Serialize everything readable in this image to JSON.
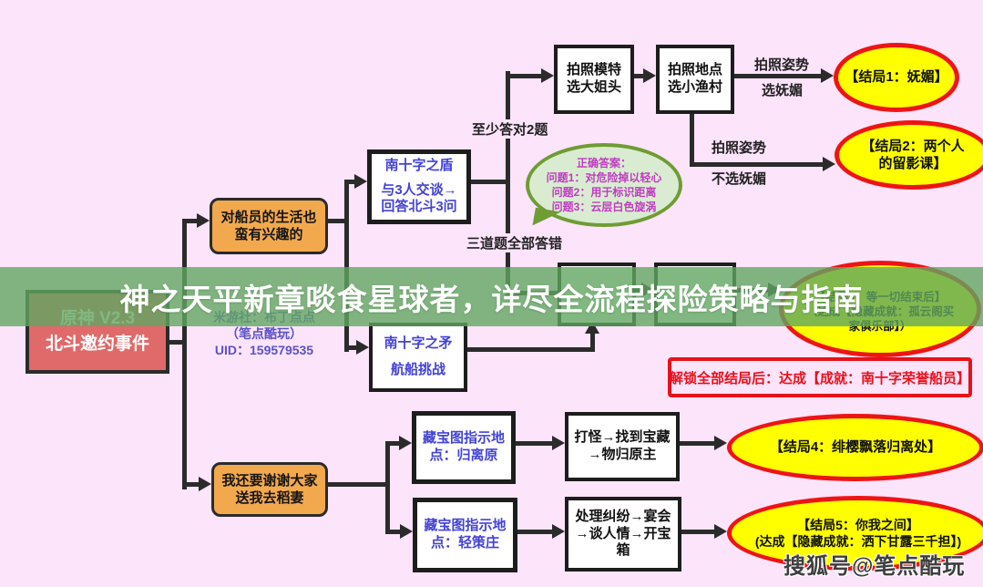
{
  "banner": {
    "title": "神之天平新章啖食星球者，详尽全流程探险策略与指南"
  },
  "source_box": {
    "l1": "原神 V2.3",
    "l2": "北斗邀约事件"
  },
  "author": {
    "l1": "米游社：布丁点点",
    "l2": "（笔点酷玩）",
    "l3": "UID：159579535"
  },
  "nodes": {
    "interest": {
      "l1": "对船员的生活也",
      "l2": "蛮有兴趣的"
    },
    "thanks": {
      "l1": "我还要谢谢大家",
      "l2": "送我去稻妻"
    },
    "shield": {
      "l1": "南十字之盾",
      "l2": "与3人交谈→",
      "l3": "回答北斗3问"
    },
    "spear": {
      "l1": "南十字之矛",
      "l2": "航船挑战"
    },
    "photo_model": {
      "l1": "拍照模特",
      "l2": "选大姐头"
    },
    "photo_place": {
      "l1": "拍照地点",
      "l2": "选小渔村"
    },
    "map1": {
      "l1": "藏宝图指示地",
      "l2": "点：归离原"
    },
    "fight": {
      "l1": "打怪→找到宝藏",
      "l2": "→物归原主"
    },
    "map2": {
      "l1": "藏宝图指示地",
      "l2": "点：轻策庄"
    },
    "dispute": {
      "l1": "处理纠纷→宴会",
      "l2": "→谈人情→开宝",
      "l3": "箱"
    }
  },
  "labels": {
    "pose_yes": {
      "l1": "拍照姿势",
      "l2": "选妩媚"
    },
    "pose_no": {
      "l1": "拍照姿势",
      "l2": "不选妩媚"
    },
    "answer2": "至少答对2题",
    "wrong3": "三道题全部答错"
  },
  "bubble": {
    "title": "正确答案：",
    "q1": "问题1：对危险掉以轻心",
    "q2": "问题2：用于标识距离",
    "q3": "问题3：云层白色旋涡"
  },
  "endings": {
    "e1": {
      "l1": "【结局1：妩媚】"
    },
    "e2": {
      "l1": "【结局2：两个人",
      "l2": "的留影课】"
    },
    "e3": {
      "l1": "【结局3：等一切结束后】",
      "l2": "（达成【隐藏成就：孤云阁买",
      "l3": "家俱乐部】）"
    },
    "e4": {
      "l1": "【结局4：绯樱飘落归离处】"
    },
    "e5": {
      "l1": "【结局5：你我之间】",
      "l2": "(达成【隐藏成就：洒下甘露三千担】)"
    }
  },
  "achievement_banner": {
    "text": "解锁全部结局后：达成【成就：南十字荣誉船员】"
  },
  "watermark": {
    "text": "搜狐号@笔点酷玩"
  },
  "colors": {
    "background": "#fce4fb",
    "banner_green": "#62a662",
    "ending_fill": "#ffff00",
    "ending_border": "#ee1414",
    "process_orange": "#f2a94e",
    "source_red": "#e0696a",
    "bubble_fill": "#d9ecd2",
    "bubble_border": "#6f9c33",
    "link_blue": "#4343d6",
    "answer_magenta": "#bf3cbf",
    "achievement_red": "#e8111a",
    "author_purple": "#5a52c8"
  }
}
